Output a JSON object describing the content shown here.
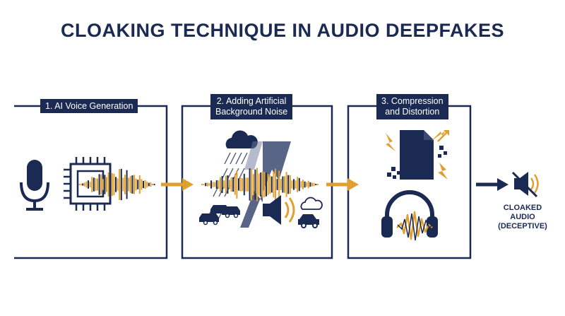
{
  "title": "CLOAKING TECHNIQUE IN AUDIO DEEPFAKES",
  "colors": {
    "navy": "#1b2a52",
    "gold": "#e0a030",
    "white": "#ffffff"
  },
  "stages": [
    {
      "label": "1. AI Voice Generation",
      "icons": [
        "microphone-icon",
        "ai-chip-icon",
        "soundwave-icon"
      ]
    },
    {
      "label_line1": "2. Adding Artificial",
      "label_line2": "Background Noise",
      "icons": [
        "rain-cloud-icon",
        "static-noise-icon",
        "soundwave-icon",
        "traffic-cars-icon",
        "speaker-icon",
        "car-icon",
        "cloud-icon"
      ]
    },
    {
      "label_line1": "3. Compression",
      "label_line2": "and Distortion",
      "icons": [
        "compressed-file-icon",
        "lightning-icon",
        "headphones-icon",
        "distorted-wave-icon"
      ]
    }
  ],
  "result": {
    "line1": "CLOAKED",
    "line2": "AUDIO",
    "line3": "(DECEPTIVE)",
    "icon": "muted-speaker-icon"
  },
  "arrows": [
    "arrow-right-icon",
    "arrow-right-icon",
    "arrow-right-icon"
  ]
}
